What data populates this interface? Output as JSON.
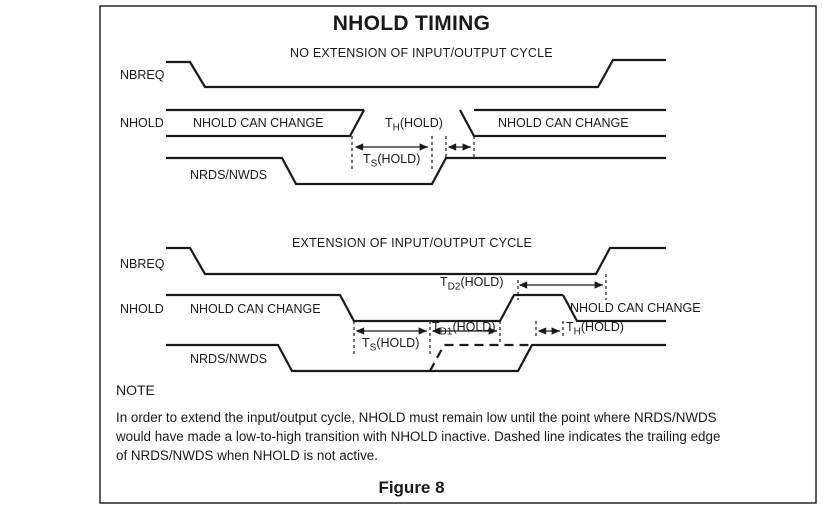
{
  "title": "NHOLD TIMING",
  "sections": [
    {
      "subtitle": "NO EXTENSION OF INPUT/OUTPUT CYCLE"
    },
    {
      "subtitle": "EXTENSION OF INPUT/OUTPUT CYCLE"
    }
  ],
  "signals": {
    "nbreq": "NBREQ",
    "nhold": "NHOLD",
    "nrds": "NRDS/NWDS"
  },
  "labels": {
    "can_change": "NHOLD CAN CHANGE",
    "th_main": "T",
    "th_sub": "H",
    "th_tail": "(HOLD)",
    "ts_main": "T",
    "ts_sub": "S",
    "ts_tail": "(HOLD)",
    "td2_main": "T",
    "td2_sub": "D2",
    "td2_tail": "(HOLD)",
    "td1_main": "T",
    "td1_sub": "D1",
    "td1_tail": "(HOLD)"
  },
  "note": {
    "heading": "NOTE",
    "text": "In order to extend the input/output cycle, NHOLD must remain low until the point where NRDS/NWDS would have made a low-to-high transition with NHOLD inactive. Dashed line indicates the trailing edge of NRDS/NWDS when NHOLD is not active."
  },
  "figure_label": "Figure 8",
  "colors": {
    "line": "#1a1a1a",
    "paper": "#ffffff"
  }
}
